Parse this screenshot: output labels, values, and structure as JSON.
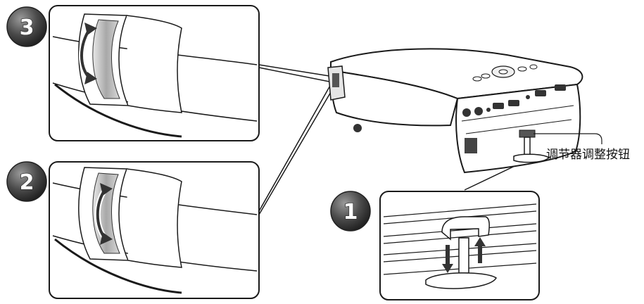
{
  "steps": [
    {
      "number": "3"
    },
    {
      "number": "2"
    },
    {
      "number": "1"
    }
  ],
  "callout": {
    "label": "调节器调整按钮"
  },
  "icons": {
    "rotate_arrow": "curved-double-arrow-icon",
    "updown_arrows": "up-down-arrows-icon"
  },
  "colors": {
    "line": "#1a1a1a",
    "badge": "#3a3a3a",
    "lens_ring": "#b8b8b8"
  }
}
